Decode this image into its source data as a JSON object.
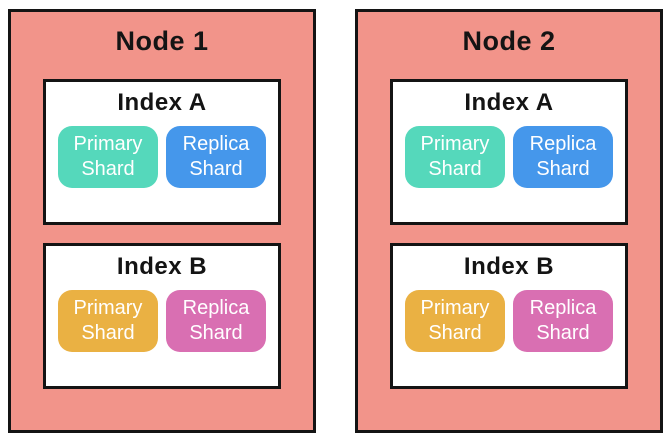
{
  "colors": {
    "node_fill": "#F2948A",
    "border": "#141414",
    "index_fill": "#FFFFFF",
    "shard_text": "#FFFFFF",
    "primary_a": "#55D8BB",
    "replica_a": "#4597EB",
    "primary_b": "#EAB143",
    "replica_b": "#D96FB2"
  },
  "nodes": [
    {
      "title": "Node 1",
      "indexes": [
        {
          "title": "Index A",
          "shards": [
            {
              "label": "Primary Shard",
              "color": "#55D8BB"
            },
            {
              "label": "Replica Shard",
              "color": "#4597EB"
            }
          ]
        },
        {
          "title": "Index B",
          "shards": [
            {
              "label": "Primary Shard",
              "color": "#EAB143"
            },
            {
              "label": "Replica Shard",
              "color": "#D96FB2"
            }
          ]
        }
      ]
    },
    {
      "title": "Node 2",
      "indexes": [
        {
          "title": "Index A",
          "shards": [
            {
              "label": "Primary Shard",
              "color": "#55D8BB"
            },
            {
              "label": "Replica Shard",
              "color": "#4597EB"
            }
          ]
        },
        {
          "title": "Index B",
          "shards": [
            {
              "label": "Primary Shard",
              "color": "#EAB143"
            },
            {
              "label": "Replica Shard",
              "color": "#D96FB2"
            }
          ]
        }
      ]
    }
  ]
}
